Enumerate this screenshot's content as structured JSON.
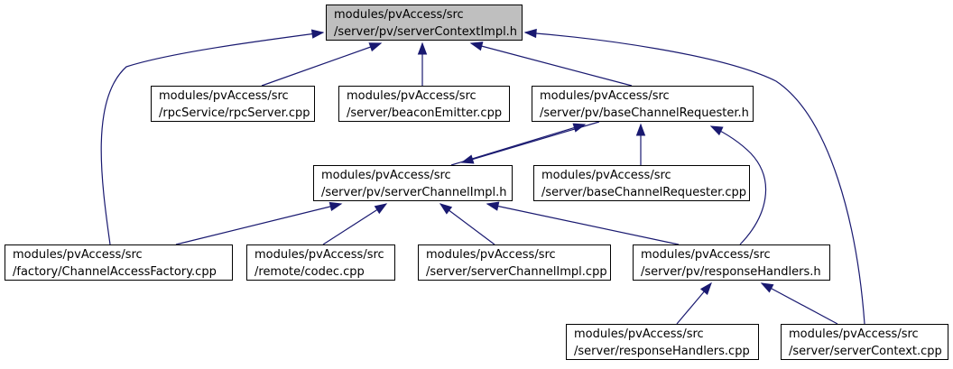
{
  "colors": {
    "edge": "#191970",
    "root_fill": "#bfbfbf",
    "node_fill": "#ffffff",
    "border": "#000000"
  },
  "nodes": [
    {
      "id": "root",
      "line1": "modules/pvAccess/src",
      "line2": "/server/pv/serverContextImpl.h",
      "root": true
    },
    {
      "id": "rpcServer",
      "line1": "modules/pvAccess/src",
      "line2": "/rpcService/rpcServer.cpp"
    },
    {
      "id": "beacon",
      "line1": "modules/pvAccess/src",
      "line2": "/server/beaconEmitter.cpp"
    },
    {
      "id": "bcrH",
      "line1": "modules/pvAccess/src",
      "line2": "/server/pv/baseChannelRequester.h"
    },
    {
      "id": "sciH",
      "line1": "modules/pvAccess/src",
      "line2": "/server/pv/serverChannelImpl.h"
    },
    {
      "id": "bcrCpp",
      "line1": "modules/pvAccess/src",
      "line2": "/server/baseChannelRequester.cpp"
    },
    {
      "id": "factory",
      "line1": "modules/pvAccess/src",
      "line2": "/factory/ChannelAccessFactory.cpp"
    },
    {
      "id": "codec",
      "line1": "modules/pvAccess/src",
      "line2": "/remote/codec.cpp"
    },
    {
      "id": "sciCpp",
      "line1": "modules/pvAccess/src",
      "line2": "/server/serverChannelImpl.cpp"
    },
    {
      "id": "rhH",
      "line1": "modules/pvAccess/src",
      "line2": "/server/pv/responseHandlers.h"
    },
    {
      "id": "rhCpp",
      "line1": "modules/pvAccess/src",
      "line2": "/server/responseHandlers.cpp"
    },
    {
      "id": "scCpp",
      "line1": "modules/pvAccess/src",
      "line2": "/server/serverContext.cpp"
    }
  ],
  "edges": [
    {
      "from": "rpcServer",
      "to": "root"
    },
    {
      "from": "beacon",
      "to": "root"
    },
    {
      "from": "bcrH",
      "to": "root"
    },
    {
      "from": "factory",
      "to": "root"
    },
    {
      "from": "scCpp",
      "to": "root"
    },
    {
      "from": "sciH",
      "to": "bcrH"
    },
    {
      "from": "bcrH",
      "to": "sciH"
    },
    {
      "from": "bcrCpp",
      "to": "bcrH"
    },
    {
      "from": "rhH",
      "to": "bcrH"
    },
    {
      "from": "factory",
      "to": "sciH"
    },
    {
      "from": "codec",
      "to": "sciH"
    },
    {
      "from": "sciCpp",
      "to": "sciH"
    },
    {
      "from": "rhH",
      "to": "sciH"
    },
    {
      "from": "rhCpp",
      "to": "rhH"
    },
    {
      "from": "scCpp",
      "to": "rhH"
    }
  ]
}
